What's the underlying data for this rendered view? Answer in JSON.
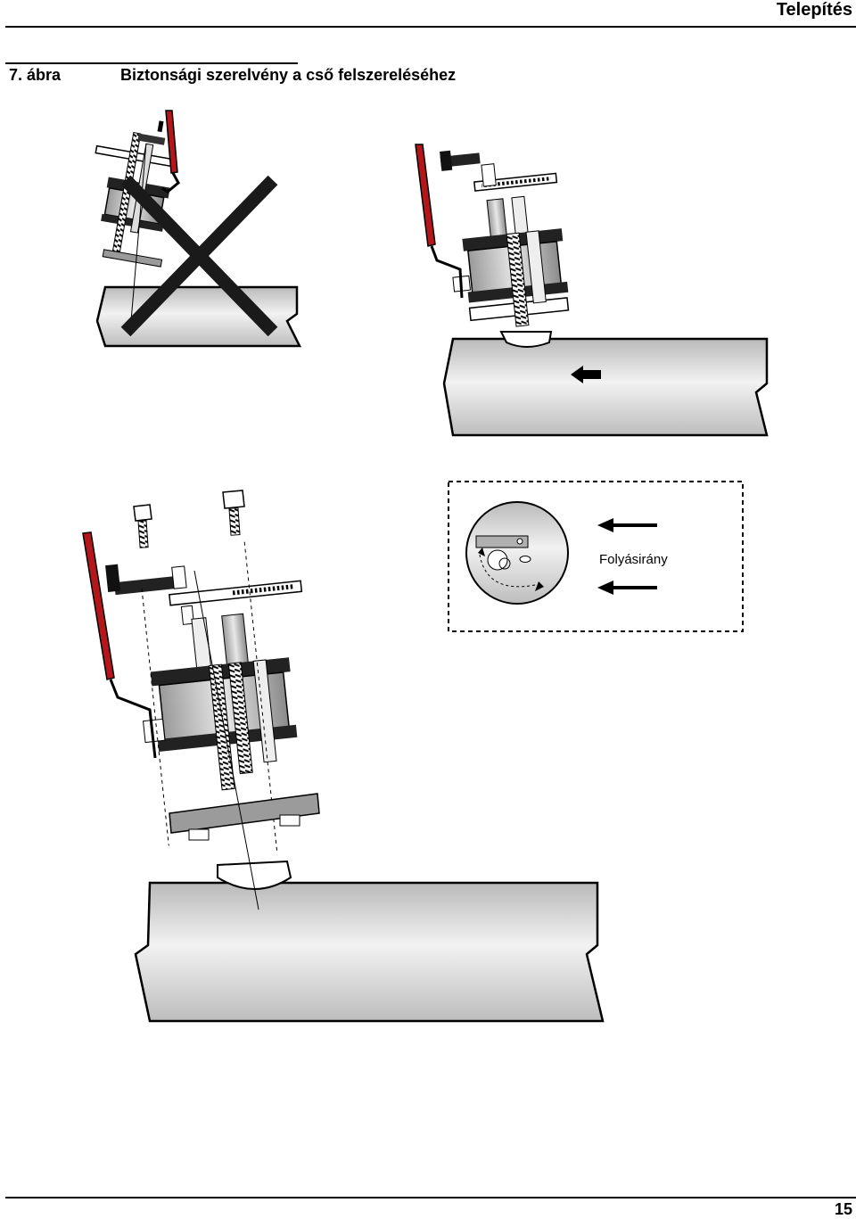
{
  "header": {
    "section_title": "Telepítés"
  },
  "figure": {
    "number": "7. ábra",
    "caption": "Biztonsági szerelvény a cső felszereléséhez",
    "flow_label": "Folyásirány",
    "icons": [
      "wrong-installation-cross",
      "flow-arrow",
      "rotation-arrow",
      "bolt",
      "ball-valve-handle",
      "threaded-rod",
      "pipe"
    ]
  },
  "footer": {
    "page_number": "15"
  },
  "colors": {
    "handle_red": "#b3171c",
    "pipe_gray": "#d7d7d7",
    "steel_dark": "#3a3a3a",
    "line": "#000000"
  }
}
